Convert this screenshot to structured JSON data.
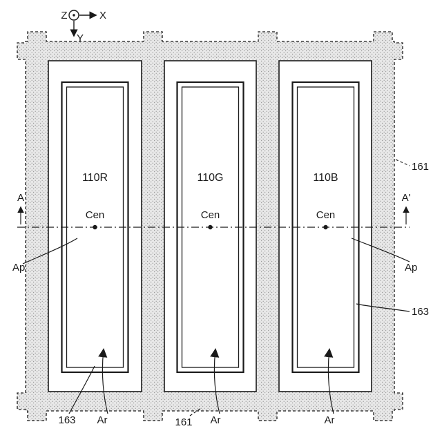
{
  "figure": {
    "colors": {
      "ink": "#1a1a1a",
      "paper": "#ffffff",
      "hatch_bg": "#e8e8e8",
      "hatch_dot": "#9c9c9c"
    },
    "axis": {
      "z": "Z",
      "x": "X",
      "y": "Y"
    },
    "section": {
      "left": "A",
      "right": "A'"
    },
    "subpixels": [
      {
        "label": "110R",
        "center": "Cen"
      },
      {
        "label": "110G",
        "center": "Cen"
      },
      {
        "label": "110B",
        "center": "Cen"
      }
    ],
    "labels": {
      "ref161_right": "161",
      "ref163_right": "163",
      "ap_left": "Ap",
      "ap_right": "Ap",
      "ref163_bottom": "163",
      "ref161_bottom": "161",
      "ar1": "Ar",
      "ar2": "Ar",
      "ar3": "Ar"
    }
  }
}
